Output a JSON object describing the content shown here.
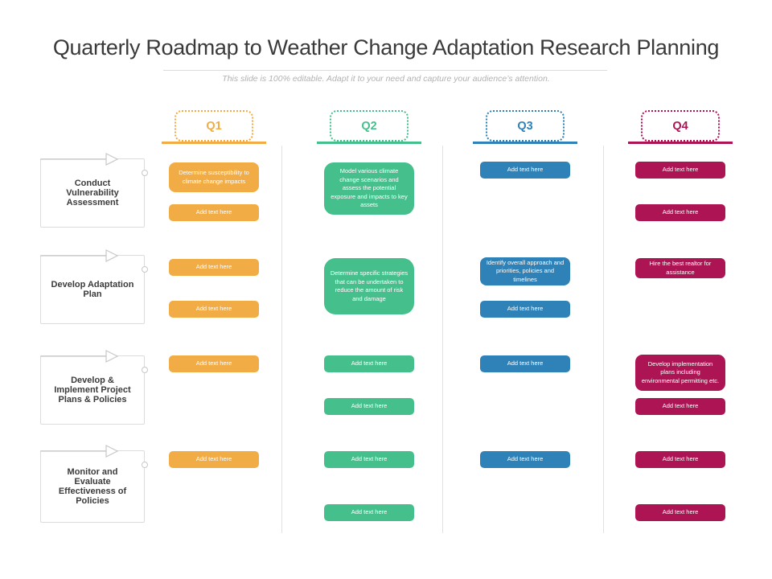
{
  "title": "Quarterly Roadmap to Weather Change Adaptation Research Planning",
  "subtitle": "This slide is 100% editable. Adapt it to your need and capture your audience’s attention.",
  "quarters": {
    "q1": {
      "label": "Q1",
      "color": "#F2AC45"
    },
    "q2": {
      "label": "Q2",
      "color": "#45C08C"
    },
    "q3": {
      "label": "Q3",
      "color": "#2E82B8"
    },
    "q4": {
      "label": "Q4",
      "color": "#AC1454"
    }
  },
  "phases": {
    "p1": "Conduct Vulnerability Assessment",
    "p2": "Develop Adaptation Plan",
    "p3": "Develop & Implement Project Plans & Policies",
    "p4": "Monitor and Evaluate Effectiveness of Policies"
  },
  "boxes": {
    "q1p1a": "Determine susceptibility to climate change impacts",
    "q1p1b": "Add text here",
    "q1p2a": "Add text here",
    "q1p2b": "Add text here",
    "q1p3a": "Add text here",
    "q1p4a": "Add text here",
    "q2p1a": "Model various climate change scenarios and assess the potential exposure and impacts to key assets",
    "q2p2a": "Determine specific strategies that can be undertaken to reduce the amount of risk and damage",
    "q2p3a": "Add text here",
    "q2p3b": "Add text here",
    "q2p4a": "Add text here",
    "q2p4b": "Add text here",
    "q3p1a": "Add text here",
    "q3p2a": "Identify overall approach and priorities, policies and timelines",
    "q3p2b": "Add text here",
    "q3p3a": "Add text here",
    "q3p4a": "Add text here",
    "q4p1a": "Add text here",
    "q4p1b": "Add text here",
    "q4p2a": "Hire the best realtor for assistance",
    "q4p3a": "Develop implementation plans including environmental permitting etc.",
    "q4p3b": "Add text here",
    "q4p4a": "Add text here",
    "q4p4b": "Add text here"
  }
}
